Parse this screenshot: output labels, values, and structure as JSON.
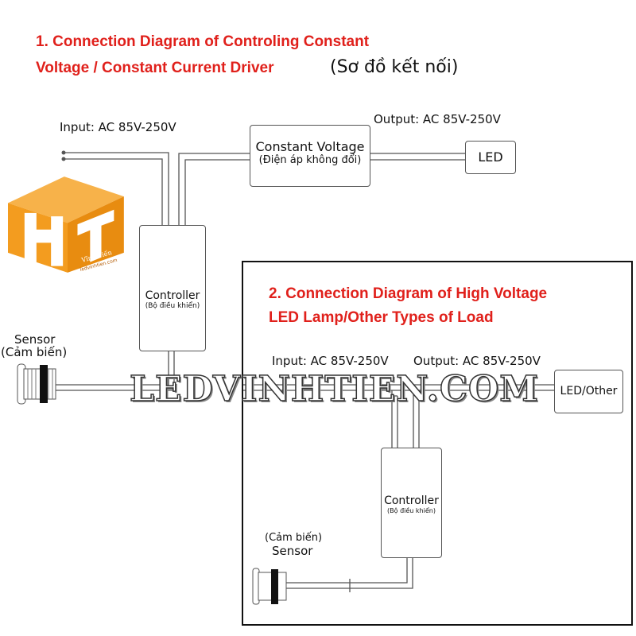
{
  "section1": {
    "title_line1": "1. Connection Diagram of Controling Constant",
    "title_line2": "Voltage / Constant Current Driver",
    "title_vi": "(Sơ đồ kết nối)",
    "input_label": "Input: AC 85V-250V",
    "output_label": "Output: AC 85V-250V",
    "constant_voltage": {
      "label": "Constant Voltage",
      "sub": "(Điện áp không đổi)"
    },
    "led": "LED",
    "controller": {
      "label": "Controller",
      "sub": "(Bộ điều khiển)"
    },
    "sensor": {
      "label": "Sensor",
      "sub": "(Cảm biến)"
    }
  },
  "section2": {
    "title_line1": "2. Connection Diagram of High Voltage",
    "title_line2": "LED Lamp/Other Types of Load",
    "input_label": "Input: AC 85V-250V",
    "output_label": "Output: AC 85V-250V",
    "load": "LED/Other",
    "controller": {
      "label": "Controller",
      "sub": "(Bộ điều khiển)"
    },
    "sensor": {
      "label": "Sensor",
      "sub": "(Cảm biến)"
    }
  },
  "watermark": "LEDVINHTIEN.COM",
  "logo": {
    "letters": "HT",
    "name": "Vĩnh Tiến",
    "site": "ledvinhtien.com"
  },
  "colors": {
    "title": "#e0201b",
    "logo": "#f39c1f"
  }
}
